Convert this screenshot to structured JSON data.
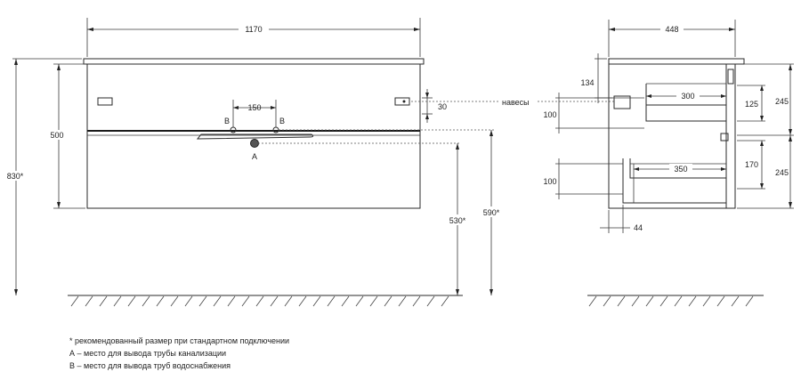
{
  "front": {
    "width": "1170",
    "height_body": "500",
    "height_total": "830*",
    "tap_spacing": "150",
    "label_b": "B",
    "label_a": "A",
    "drain_height": "530*",
    "supply_height": "590*",
    "hinge_offset": "30",
    "hinges_label": "навесы"
  },
  "side": {
    "depth": "448",
    "d134": "134",
    "d300": "300",
    "d125": "125",
    "d245a": "245",
    "d100a": "100",
    "d350": "350",
    "d170": "170",
    "d245b": "245",
    "d100b": "100",
    "d44": "44"
  },
  "notes": [
    "* рекомендованный размер при стандартном подключении",
    "А – место для вывода трубы канализации",
    "В – место для вывода труб водоснабжения"
  ]
}
